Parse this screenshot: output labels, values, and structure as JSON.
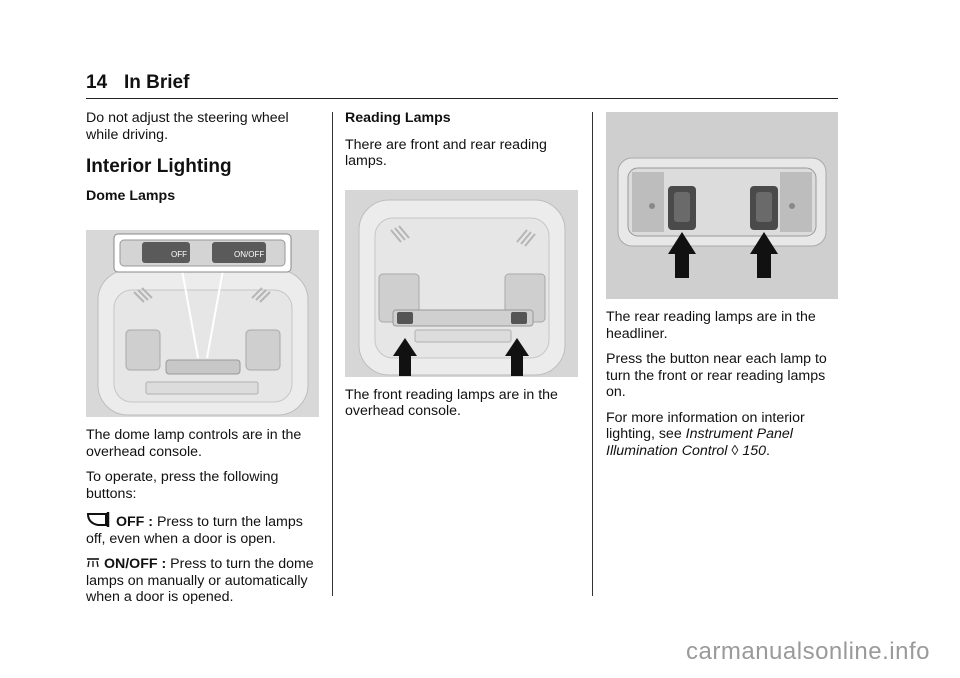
{
  "header": {
    "page_number": "14",
    "section": "In Brief"
  },
  "col1": {
    "intro": "Do not adjust the steering wheel while driving.",
    "heading": "Interior Lighting",
    "subheading": "Dome Lamps",
    "image": {
      "off_label": "OFF",
      "onoff_label": "ON/OFF"
    },
    "para1": "The dome lamp controls are in the overhead console.",
    "para2": "To operate, press the following buttons:",
    "off_button_label": "OFF :",
    "off_desc": "Press to turn the lamps off, even when a door is open.",
    "onoff_button_label": "ON/OFF :",
    "onoff_desc": "Press to turn the dome lamps on manually or automatically when a door is opened."
  },
  "col2": {
    "subheading": "Reading Lamps",
    "para1": "There are front and rear reading lamps.",
    "para2": "The front reading lamps are in the overhead console."
  },
  "col3": {
    "para1": "The rear reading lamps are in the headliner.",
    "para2": "Press the button near each lamp to turn the front or rear reading lamps on.",
    "para3_prefix": "For more information on interior lighting, see",
    "para3_link": "Instrument Panel Illumination Control",
    "para3_symbol": "◊",
    "para3_page": "150",
    "para3_end": "."
  },
  "watermark": "carmanualsonline.info"
}
